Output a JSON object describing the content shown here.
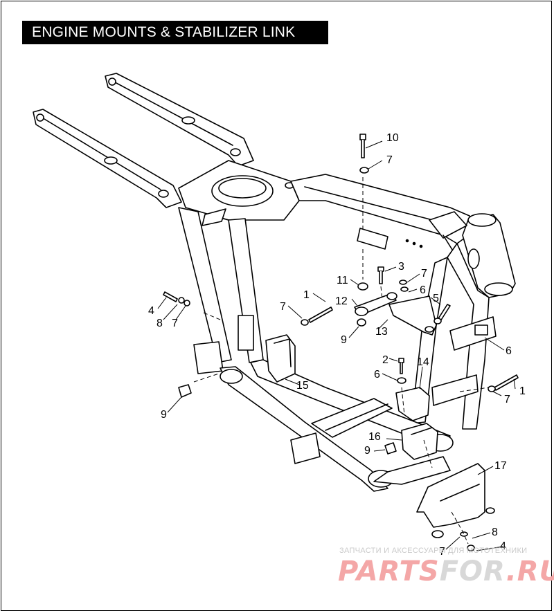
{
  "title": "ENGINE MOUNTS & STABILIZER LINK",
  "callouts": [
    {
      "id": "c10",
      "label": "10"
    },
    {
      "id": "c7a",
      "label": "7"
    },
    {
      "id": "c3",
      "label": "3"
    },
    {
      "id": "c7b",
      "label": "7"
    },
    {
      "id": "c11",
      "label": "11"
    },
    {
      "id": "c6a",
      "label": "6"
    },
    {
      "id": "c5",
      "label": "5"
    },
    {
      "id": "c12",
      "label": "12"
    },
    {
      "id": "c1a",
      "label": "1"
    },
    {
      "id": "c7c",
      "label": "7"
    },
    {
      "id": "c4a",
      "label": "4"
    },
    {
      "id": "c8a",
      "label": "8"
    },
    {
      "id": "c7d",
      "label": "7"
    },
    {
      "id": "c9a",
      "label": "9"
    },
    {
      "id": "c13",
      "label": "13"
    },
    {
      "id": "c6b",
      "label": "6"
    },
    {
      "id": "c2",
      "label": "2"
    },
    {
      "id": "c14",
      "label": "14"
    },
    {
      "id": "c6c",
      "label": "6"
    },
    {
      "id": "c15",
      "label": "15"
    },
    {
      "id": "c1b",
      "label": "1"
    },
    {
      "id": "c7e",
      "label": "7"
    },
    {
      "id": "c9b",
      "label": "9"
    },
    {
      "id": "c16",
      "label": "16"
    },
    {
      "id": "c9c",
      "label": "9"
    },
    {
      "id": "c17",
      "label": "17"
    },
    {
      "id": "c8b",
      "label": "8"
    },
    {
      "id": "c7f",
      "label": "7"
    },
    {
      "id": "c4b",
      "label": "4"
    }
  ],
  "watermark": {
    "subtitle": "ЗАПЧАСТИ И АКСЕССУАРЫ ДЛЯ МОТОТЕХНИКИ",
    "logo_part1": "PARTS",
    "logo_part2": "FOR",
    "logo_part3": ".RU"
  }
}
